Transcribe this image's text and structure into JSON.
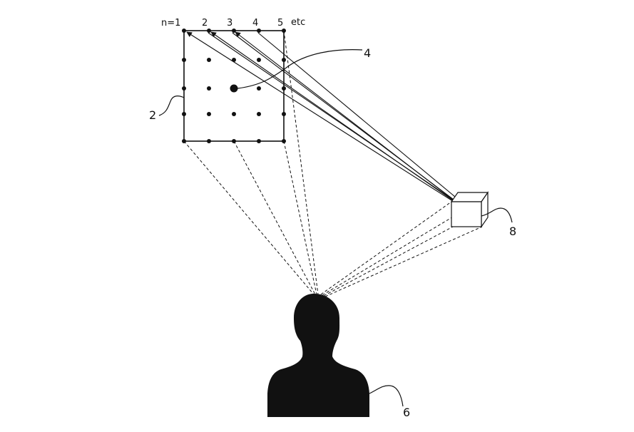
{
  "grid_labels": {
    "n1": "n=1",
    "n2": "2",
    "n3": "3",
    "n4": "4",
    "n5": "5",
    "etc": "etc"
  },
  "reference_numerals": {
    "grid": "2",
    "target_dot": "4",
    "person": "6",
    "camera": "8"
  },
  "colors": {
    "ink": "#111111",
    "background": "#ffffff"
  }
}
